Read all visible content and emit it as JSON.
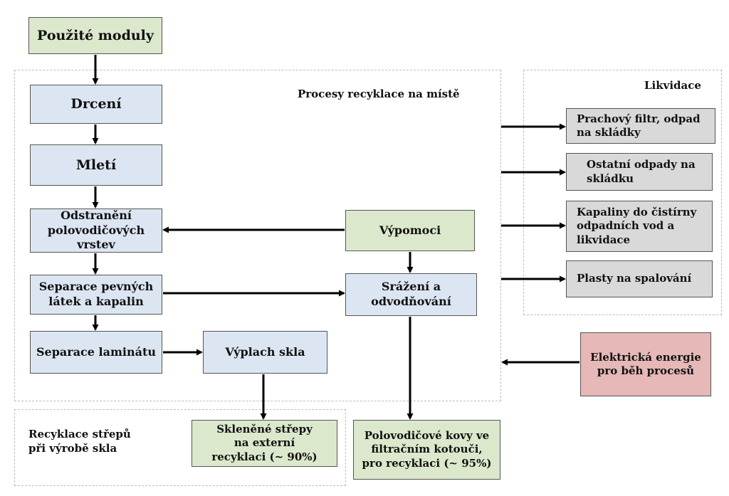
{
  "nodes": {
    "used_modules": "Použité moduly",
    "crushing": "Drcení",
    "milling": "Mletí",
    "semiconductor_removal": "Odstranění polovodičových vrstev",
    "solid_liquid_separation": "Separace pevných látek a kapalin",
    "laminate_separation": "Separace laminátu",
    "glass_rinse": "Výplach skla",
    "auxiliaries": "Výpomoci",
    "precipitation": "Srážení a odvodňování",
    "glass_cullet": "Skleněné střepy na externí recyklaci (~ 90%)",
    "semiconductor_metals": "Polovodičové kovy ve filtračním kotouči,  pro recyklaci (~ 95%)",
    "electricity": "Elektrická energie pro běh procesů",
    "dust_filter": "Prachový filtr, odpad na skládky",
    "other_waste": "Ostatní odpady na skládku",
    "liquids": "Kapaliny do čistírny odpadních vod a likvidace",
    "plastics": "Plasty na spalování"
  },
  "regions": {
    "onsite": "Procesy recyklace na místě",
    "disposal": "Likvidace",
    "cullet_recycling": "Recyklace střepů při výrobě skla"
  },
  "colors": {
    "input": "#dce8cc",
    "process": "#dce6f2",
    "waste": "#d9d9d9",
    "energy": "#e6b8b8",
    "arrow": "#000000"
  }
}
